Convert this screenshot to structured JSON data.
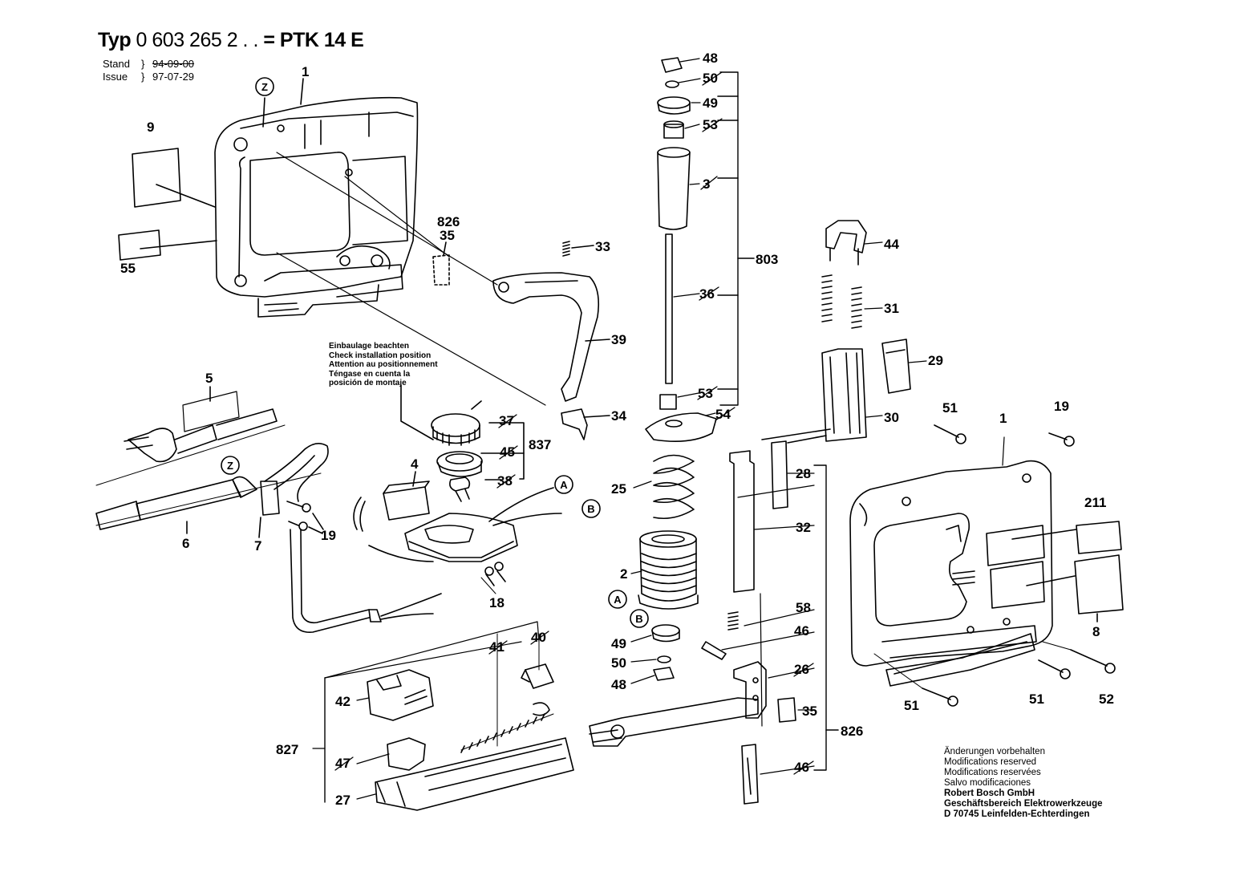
{
  "header": {
    "typ_label": "Typ",
    "part_number": "0 603 265 2 . .",
    "equals": "=",
    "model": "PTK 14  E",
    "stand_label": "Stand",
    "stand_date": "94-09-00",
    "issue_label": "Issue",
    "issue_date": "97-07-29"
  },
  "installation_note": [
    "Einbaulage beachten",
    "Check installation position",
    "Attention au positionnement",
    "Téngase en cuenta la",
    "posición de montaje"
  ],
  "footer": {
    "modifications": [
      "Änderungen vorbehalten",
      "Modifications reserved",
      "Modifications reservées",
      "Salvo modificaciones"
    ],
    "company": [
      "Robert Bosch GmbH",
      "Geschäftsbereich Elektrowerkzeuge",
      "D 70745 Leinfelden-Echterdingen"
    ]
  },
  "reference_markers": {
    "z": "Z",
    "a": "A",
    "b": "B"
  },
  "part_labels": {
    "p1_left": "1",
    "p1_right": "1",
    "p2": "2",
    "p3": "3",
    "p4": "4",
    "p5": "5",
    "p6": "6",
    "p7": "7",
    "p8": "8",
    "p9": "9",
    "p18": "18",
    "p19_left": "19",
    "p19_right": "19",
    "p25": "25",
    "p26": "26",
    "p27": "27",
    "p28": "28",
    "p29": "29",
    "p30": "30",
    "p31": "31",
    "p32": "32",
    "p33": "33",
    "p34": "34",
    "p35_top": "35",
    "p35_bottom": "35",
    "p36": "36",
    "p37": "37",
    "p38": "38",
    "p39": "39",
    "p40": "40",
    "p41": "41",
    "p42": "42",
    "p44": "44",
    "p45": "45",
    "p46_mid": "46",
    "p46_low": "46",
    "p47": "47",
    "p48_top": "48",
    "p48_bottom": "48",
    "p49_top": "49",
    "p49_bottom": "49",
    "p50_top": "50",
    "p50_bottom": "50",
    "p51_a": "51",
    "p51_b": "51",
    "p51_c": "51",
    "p52": "52",
    "p53_top": "53",
    "p53_low": "53",
    "p54": "54",
    "p55": "55",
    "p58": "58",
    "p211": "211",
    "p803": "803",
    "p826_top": "826",
    "p826_right": "826",
    "p827": "827",
    "p837": "837"
  },
  "colors": {
    "ink": "#000000",
    "paper": "#ffffff"
  }
}
